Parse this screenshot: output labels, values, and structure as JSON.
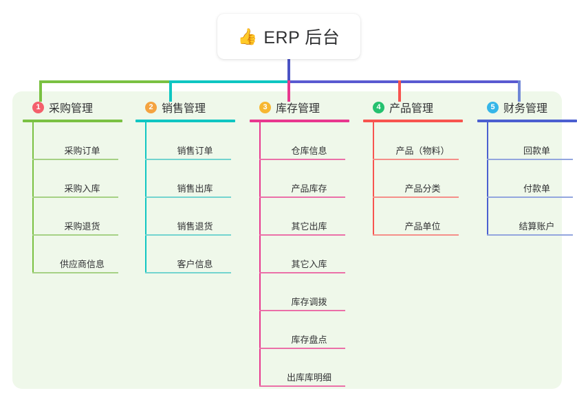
{
  "root": {
    "icon": "thumbs-up-icon",
    "emoji": "👍",
    "title": "ERP 后台"
  },
  "panel": {
    "background": "#eff8ea"
  },
  "connector_colors": {
    "segment_1": "#7ac142",
    "segment_2": "#0fc6c2",
    "segment_3": "#5a5ad1",
    "drop_1": "#7ac142",
    "drop_2": "#0fc6c2",
    "drop_3": "#e8388f",
    "drop_4": "#f8544f",
    "drop_5": "#6f86d6",
    "trunk": "#4b53c4"
  },
  "columns": [
    {
      "number": "1",
      "title": "采购管理",
      "badge_color": "#f4606c",
      "line_color": "#7ac142",
      "leaf_line_color": "#a5d184",
      "items": [
        {
          "label": "采购订单"
        },
        {
          "label": "采购入库"
        },
        {
          "label": "采购退货"
        },
        {
          "label": "供应商信息"
        }
      ]
    },
    {
      "number": "2",
      "title": "销售管理",
      "badge_color": "#f4a340",
      "line_color": "#0fc6c2",
      "leaf_line_color": "#72d4cf",
      "items": [
        {
          "label": "销售订单"
        },
        {
          "label": "销售出库"
        },
        {
          "label": "销售退货"
        },
        {
          "label": "客户信息"
        }
      ]
    },
    {
      "number": "3",
      "title": "库存管理",
      "badge_color": "#f7b731",
      "line_color": "#e8388f",
      "leaf_line_color": "#eb6fa8",
      "items": [
        {
          "label": "仓库信息"
        },
        {
          "label": "产品库存"
        },
        {
          "label": "其它出库"
        },
        {
          "label": "其它入库"
        },
        {
          "label": "库存调拨"
        },
        {
          "label": "库存盘点"
        },
        {
          "label": "出库库明细"
        }
      ]
    },
    {
      "number": "4",
      "title": "产品管理",
      "badge_color": "#25c16f",
      "line_color": "#f8544f",
      "leaf_line_color": "#f58e88",
      "items": [
        {
          "label": "产品（物料）"
        },
        {
          "label": "产品分类"
        },
        {
          "label": "产品单位"
        }
      ]
    },
    {
      "number": "5",
      "title": "财务管理",
      "badge_color": "#36b6e8",
      "line_color": "#4b5fd0",
      "leaf_line_color": "#92a5de",
      "items": [
        {
          "label": "回款单"
        },
        {
          "label": "付款单"
        },
        {
          "label": "结算账户"
        }
      ]
    }
  ]
}
